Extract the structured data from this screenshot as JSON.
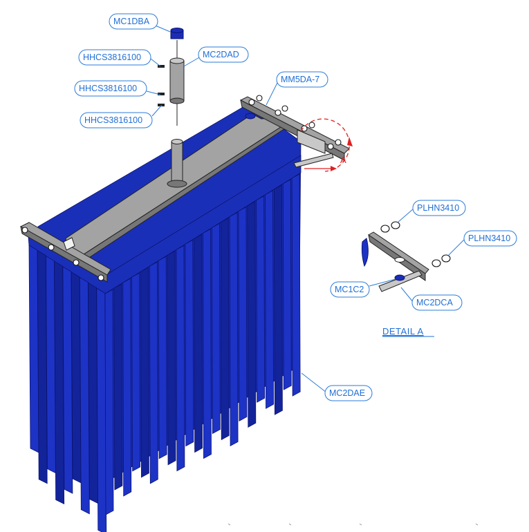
{
  "callouts": {
    "mc1dba": "MC1DBA",
    "hhcs_top": "HHCS3816100",
    "mc2dad": "MC2DAD",
    "hhcs_mid": "HHCS3816100",
    "mm5da7": "MM5DA-7",
    "hhcs_bot": "HHCS3816100",
    "plhn_top": "PLHN3410",
    "plhn_right": "PLHN3410",
    "mc1c2": "MC1C2",
    "mc2dca": "MC2DCA",
    "mc2dae": "MC2DAE"
  },
  "detail_label": "DETAIL A",
  "view_letter": "A",
  "colors": {
    "callout": "#2b7bd8",
    "curtain": "#1d33c6",
    "steel": "#a3a3a3",
    "detail_circle": "#e02020"
  }
}
